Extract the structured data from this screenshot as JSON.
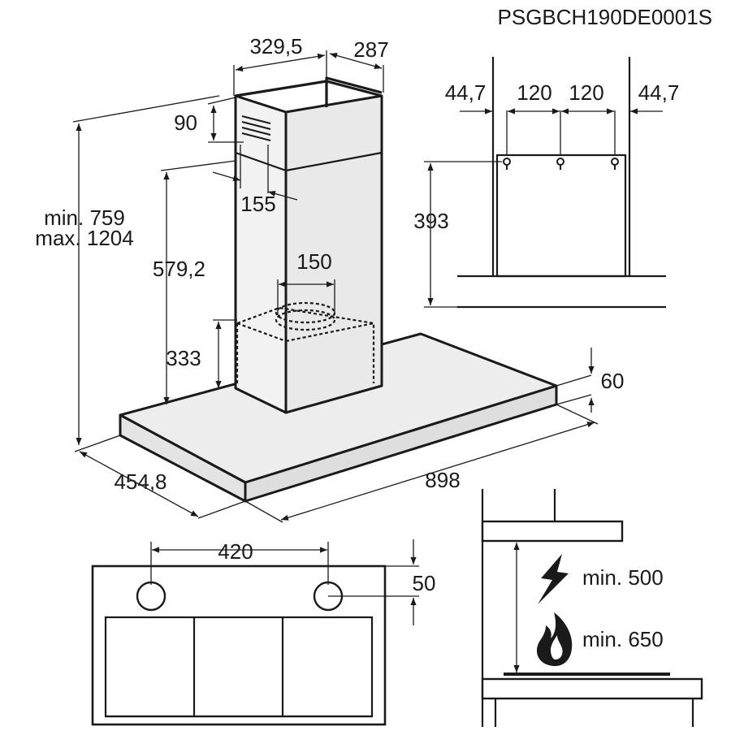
{
  "model_code": "PSGBCH190DE0001S",
  "dimensions": {
    "chimney_width": "329,5",
    "chimney_depth": "287",
    "vent_offset": "90",
    "vent_height": "155",
    "chimney_height": "579,2",
    "duct_diameter": "150",
    "filter_box_height": "333",
    "total_height_min": "min. 759",
    "total_height_max": "max. 1204",
    "canopy_depth": "454,8",
    "canopy_width": "898",
    "canopy_thickness": "60"
  },
  "mounting_view": {
    "edge_left": "44,7",
    "spacing_left": "120",
    "spacing_right": "120",
    "edge_right": "44,7",
    "bracket_height": "393"
  },
  "bottom_view": {
    "light_spacing": "420",
    "light_offset": "50"
  },
  "clearance_view": {
    "electric_clearance": "min. 500",
    "gas_clearance": "min. 650",
    "electric_icon": "lightning-icon",
    "gas_icon": "flame-icon"
  },
  "colors": {
    "line": "#1a1a1a",
    "fill_canopy": "#ededed",
    "fill_chimney": "#f2f2f2"
  }
}
